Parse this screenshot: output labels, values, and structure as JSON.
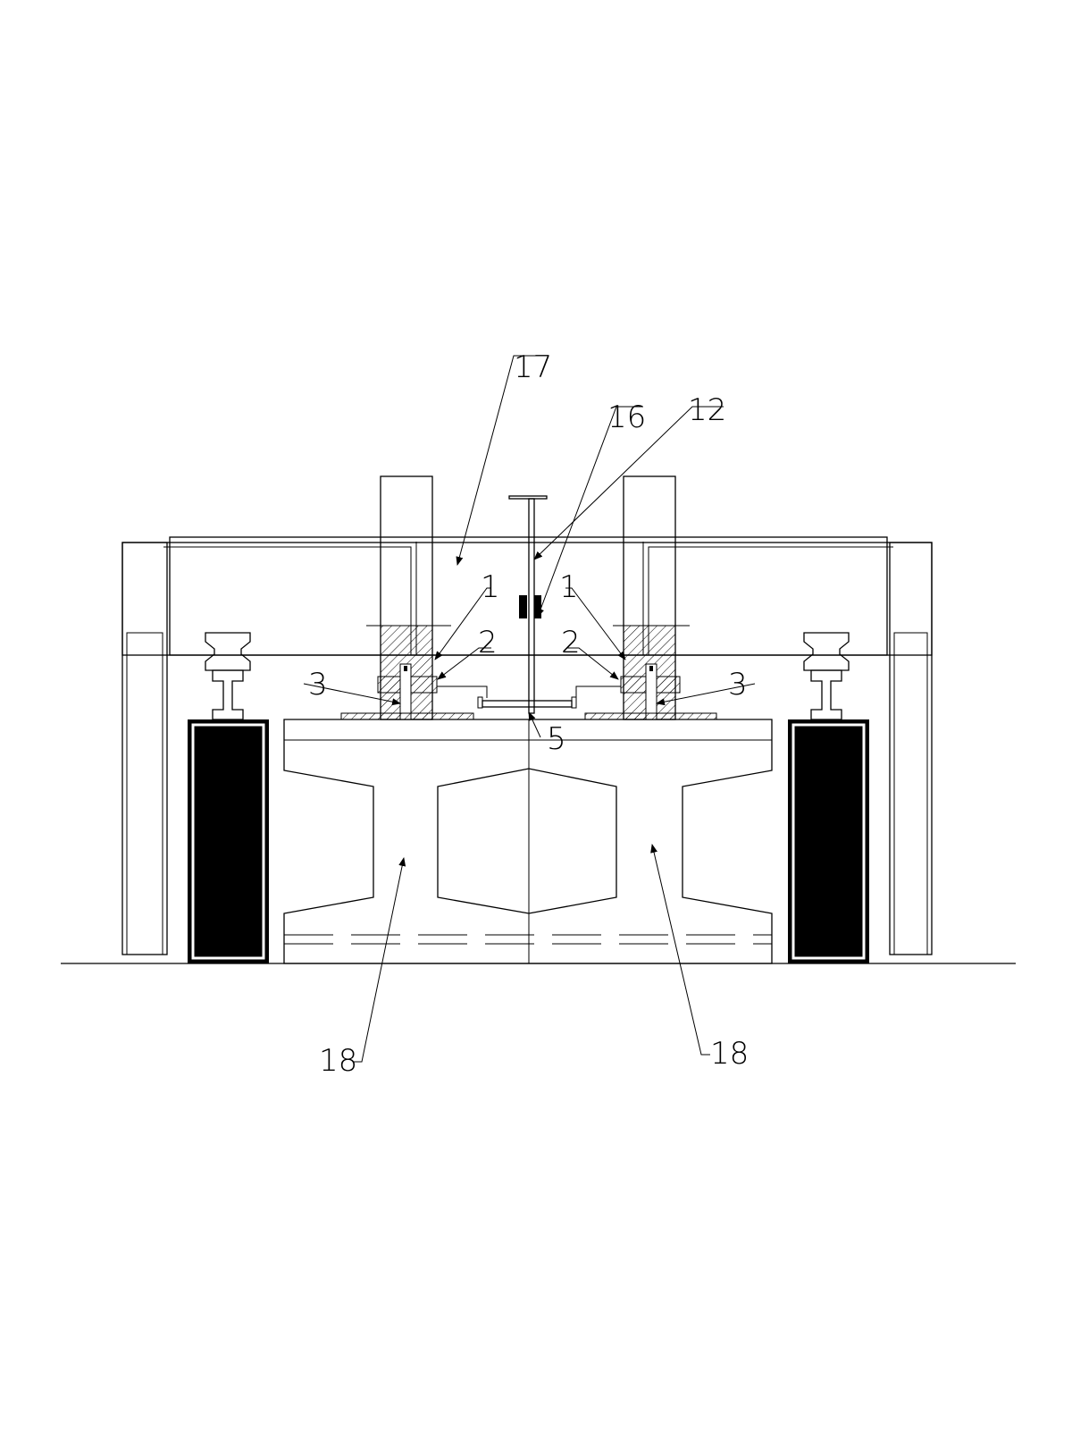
{
  "figure": {
    "labels": {
      "frame_beam": "17",
      "support_block": "16",
      "t_post": "12",
      "bearing_left": "1",
      "bearing_right": "1",
      "collar_left": "2",
      "collar_right": "2",
      "anchor_left": "3",
      "anchor_right": "3",
      "tie_bar": "5",
      "girder_left": "18",
      "girder_right": "18"
    },
    "colors": {
      "line": "#000000",
      "background": "#ffffff"
    }
  }
}
